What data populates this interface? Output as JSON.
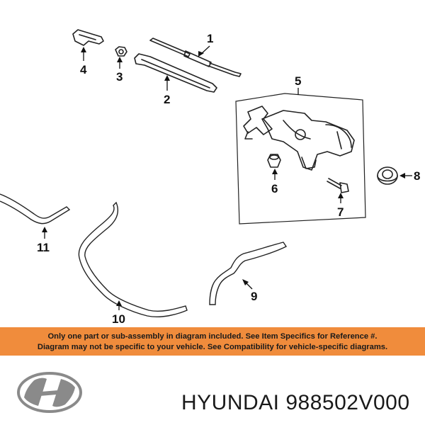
{
  "callouts": {
    "c1": "1",
    "c2": "2",
    "c3": "3",
    "c4": "4",
    "c5": "5",
    "c6": "6",
    "c7": "7",
    "c8": "8",
    "c9": "9",
    "c10": "10",
    "c11": "11"
  },
  "banner": {
    "line1": "Only one part or sub-assembly in diagram included. See Item Specifics for Reference #.",
    "line2": "Diagram may not be specific to your vehicle. See Compatibility for vehicle-specific diagrams.",
    "color": "#f08c3c"
  },
  "product": {
    "brand": "HYUNDAI",
    "part_number": "988502V000",
    "logo_icon": "hyundai-logo"
  }
}
